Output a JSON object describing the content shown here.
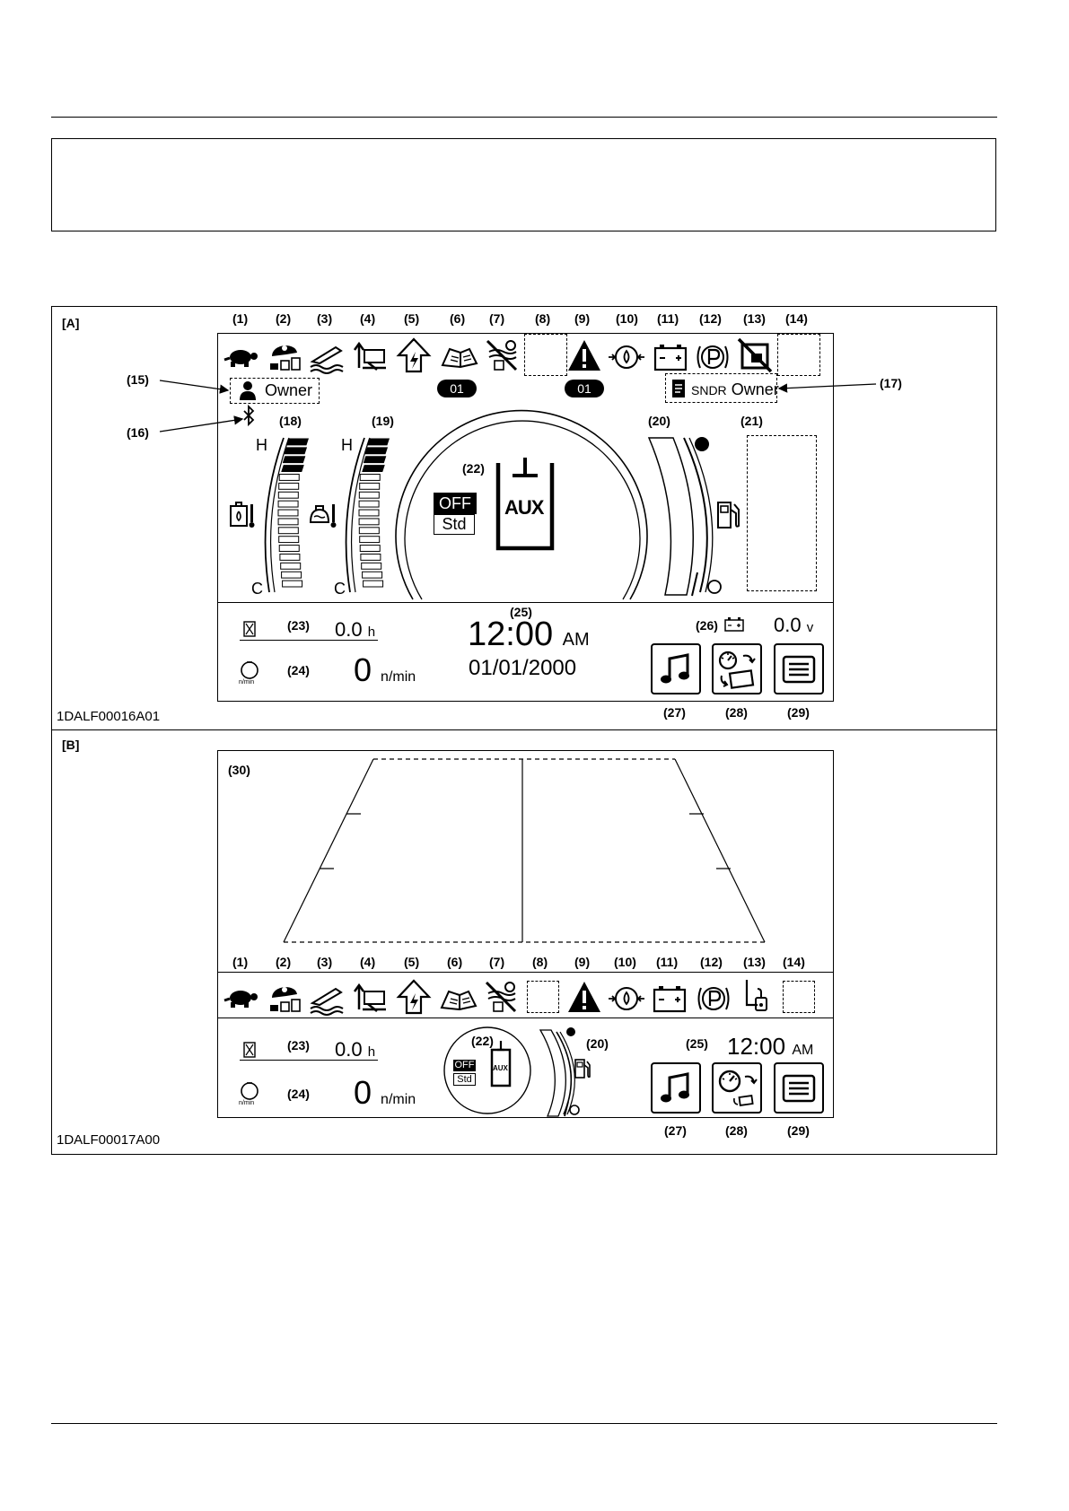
{
  "figure_a": {
    "label": "[A]",
    "code": "1DALF00016A01",
    "callouts": [
      "(1)",
      "(2)",
      "(3)",
      "(4)",
      "(5)",
      "(6)",
      "(7)",
      "(8)",
      "(9)",
      "(10)",
      "(11)",
      "(12)",
      "(13)",
      "(14)",
      "(15)",
      "(16)",
      "(17)",
      "(18)",
      "(19)",
      "(20)",
      "(21)",
      "(22)",
      "(23)",
      "(24)",
      "(25)",
      "(26)",
      "(27)",
      "(28)",
      "(29)"
    ],
    "badge_left": "01",
    "badge_right": "01",
    "operator": "Owner",
    "sndr_prefix": "SNDR",
    "sndr_owner": "Owner",
    "gauge_hot": "H",
    "gauge_cold": "C",
    "mode_off": "OFF",
    "mode_std": "Std",
    "aux": "AUX",
    "hour_value": "0.0",
    "hour_unit": "h",
    "rpm_value": "0",
    "rpm_unit": "n/min",
    "rpm_icon_label": "n/min",
    "time": "12:00",
    "ampm": "AM",
    "date": "01/01/2000",
    "voltage_value": "0.0",
    "voltage_unit": "v"
  },
  "figure_b": {
    "label": "[B]",
    "code": "1DALF00017A00",
    "callouts": [
      "(1)",
      "(2)",
      "(3)",
      "(4)",
      "(5)",
      "(6)",
      "(7)",
      "(8)",
      "(9)",
      "(10)",
      "(11)",
      "(12)",
      "(13)",
      "(14)",
      "(20)",
      "(22)",
      "(23)",
      "(24)",
      "(25)",
      "(27)",
      "(28)",
      "(29)",
      "(30)"
    ],
    "mode_off": "OFF",
    "mode_std": "Std",
    "aux": "AUX",
    "hour_value": "0.0",
    "hour_unit": "h",
    "rpm_value": "0",
    "rpm_unit": "n/min",
    "rpm_icon_label": "n/min",
    "time": "12:00",
    "ampm": "AM"
  },
  "icons": [
    "turtle-icon",
    "travel-speed-icon",
    "float-icon",
    "blade-icon",
    "auto-idle-icon",
    "manual-icon",
    "dpf-regeneration-inhibit-icon",
    "warning-icon",
    "engine-oil-pressure-icon",
    "battery-charge-icon",
    "parking-brake-icon",
    "lever-lock-icon",
    "hour-meter-icon",
    "engine-rpm-icon",
    "coolant-temperature-icon",
    "hydraulic-oil-temperature-icon",
    "fuel-icon",
    "music-icon",
    "meter-settings-icon",
    "menu-icon",
    "bluetooth-icon",
    "person-icon",
    "document-icon"
  ]
}
